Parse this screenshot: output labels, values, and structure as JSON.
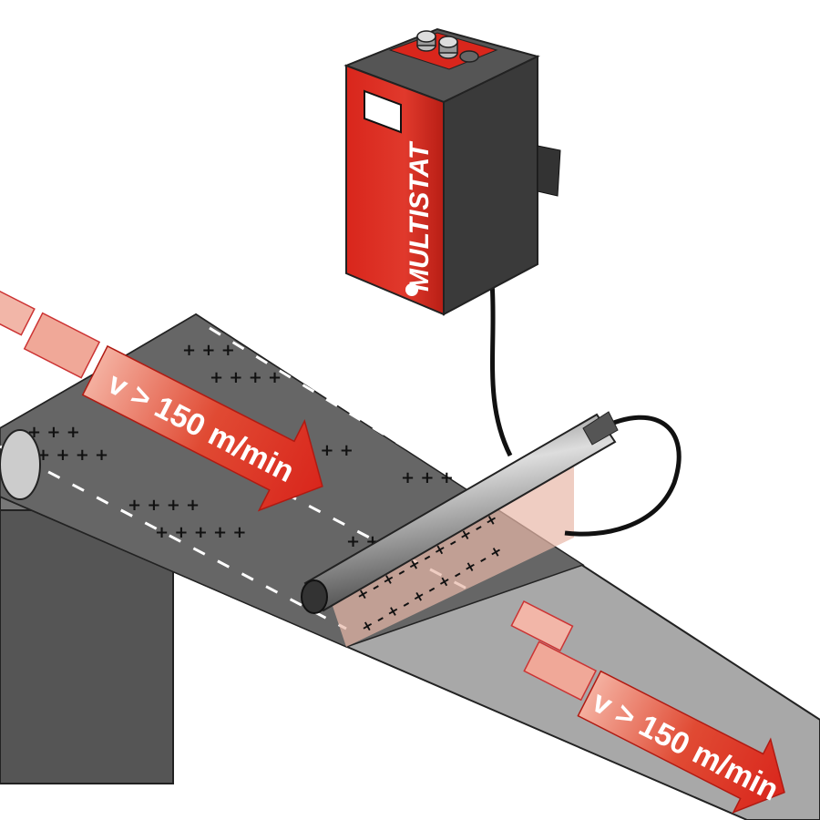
{
  "speed_arrow_top": {
    "label": "v > 150 m/min"
  },
  "speed_arrow_bottom": {
    "label": "v > 150 m/min"
  },
  "device": {
    "brand": "MULTISTAT"
  },
  "colors": {
    "red": "#d9261c",
    "dark_grey": "#3a3a3a",
    "web_dark": "#6b6b6b",
    "web_light": "#a6a6a6",
    "curtain": "#e8b8a8"
  }
}
